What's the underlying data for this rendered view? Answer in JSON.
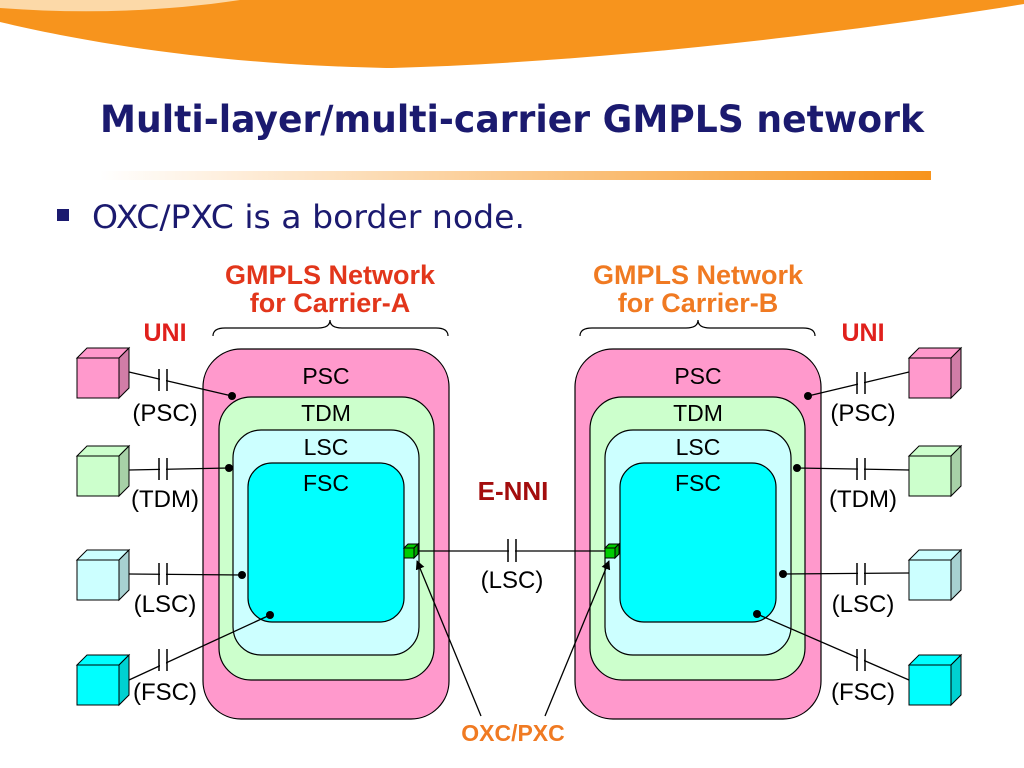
{
  "slide": {
    "title": "Multi-layer/multi-carrier GMPLS network",
    "bullets": [
      "OXC/PXC is a border node."
    ]
  },
  "diagram": {
    "carrier_a": {
      "line1": "GMPLS Network",
      "line2": "for Carrier-A"
    },
    "carrier_b": {
      "line1": "GMPLS Network",
      "line2": "for Carrier-B"
    },
    "uni_left": "UNI",
    "uni_right": "UNI",
    "layers": [
      "PSC",
      "TDM",
      "LSC",
      "FSC"
    ],
    "client_links": [
      "(PSC)",
      "(TDM)",
      "(LSC)",
      "(FSC)"
    ],
    "enni": {
      "label": "E-NNI",
      "link_type": "(LSC)"
    },
    "border_node_label": "OXC/PXC"
  },
  "colors": {
    "banner": "#f7941d",
    "banner_highlight": "#fcd9a8",
    "title": "#1b1a6f",
    "bullet": "#1b1a6f",
    "carrier_a_label": "#e2361b",
    "carrier_b_label": "#f07a22",
    "uni": "#e0201c",
    "enni": "#a30d0d",
    "oxc_label": "#f07a22",
    "psc": "#ff99cc",
    "tdm": "#ccffcc",
    "lsc": "#ccffff",
    "fsc": "#00ffff",
    "border_node": "#00cc00"
  }
}
